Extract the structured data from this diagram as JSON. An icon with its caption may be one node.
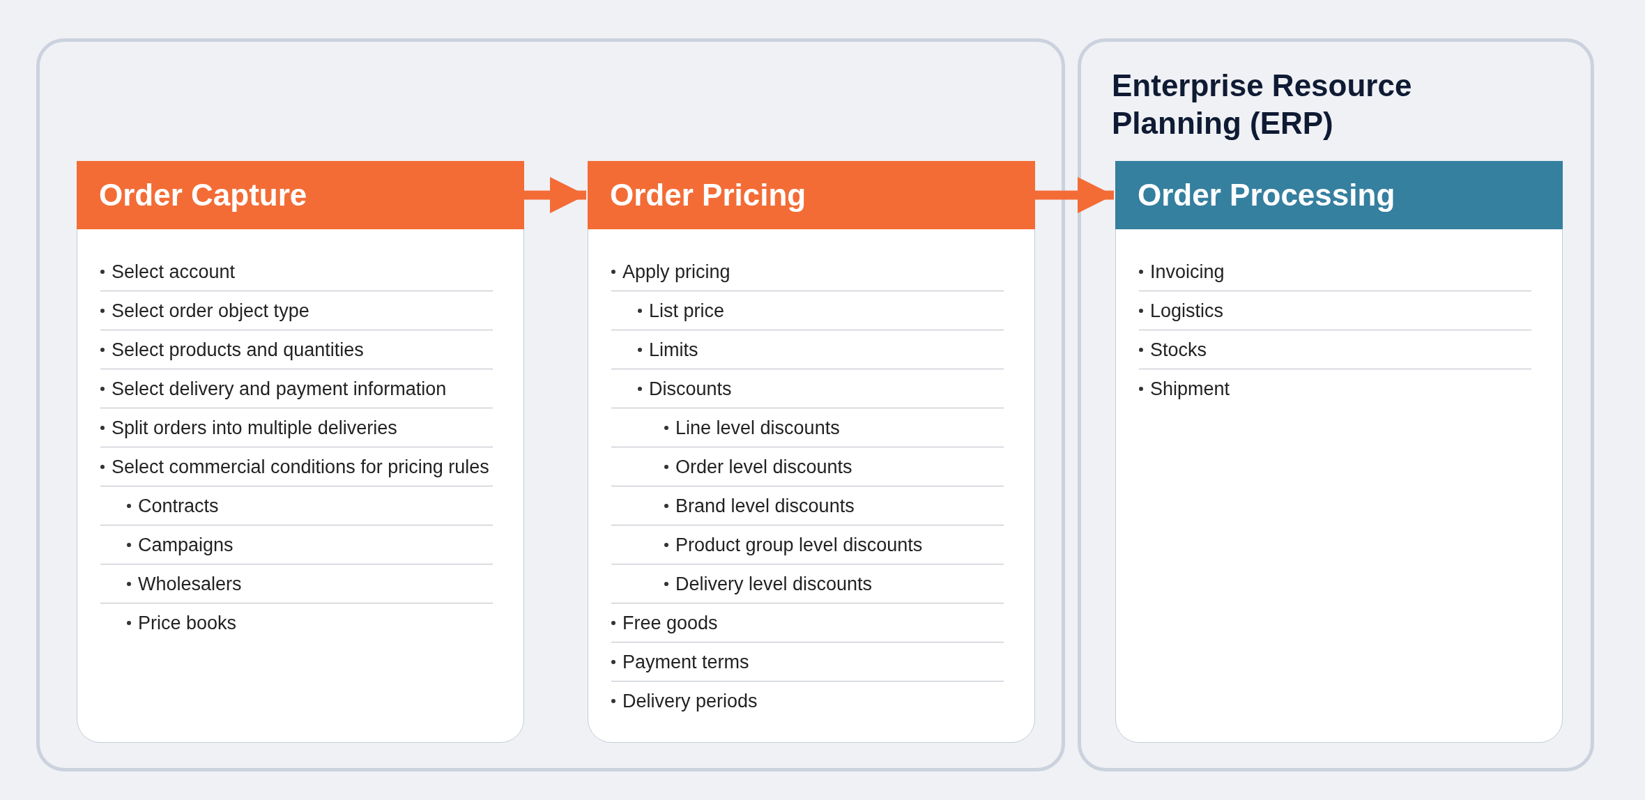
{
  "diagram": {
    "nodes": [
      {
        "text": [],
        "shape": "box"
      },
      {
        "text": [
          "Order Capture",
          "Select account",
          "Select order object type",
          "Select products and quantities",
          "Select delivery and payment information",
          "Split orders into multiple deliveries",
          "Select commercial conditions for pricing rules",
          "Contracts",
          "Campaigns",
          "Wholesalers",
          "Price books"
        ],
        "in": 0
      },
      {
        "text": [
          "Order Pricing",
          "Apply pricing",
          "List price",
          "Limits",
          "Discounts",
          "Line level discounts",
          "Order level discounts",
          "Brand level discounts",
          "Product group level discounts",
          "Delivery level discounts",
          "Free goods",
          "Payment terms",
          "Delivery periods"
        ],
        "in": 0
      },
      {
        "text": [
          "Enterprise Resource Planning (ERP)"
        ]
      },
      {
        "text": [
          "Order Processing",
          "Invoicing",
          "Logistics",
          "Stocks",
          "Shipment"
        ],
        "in": 3
      }
    ],
    "edges": [
      {
        "from": 1,
        "to": 2,
        "arrow": "to"
      },
      {
        "from": 2,
        "to": 4,
        "arrow": "to"
      }
    ]
  }
}
